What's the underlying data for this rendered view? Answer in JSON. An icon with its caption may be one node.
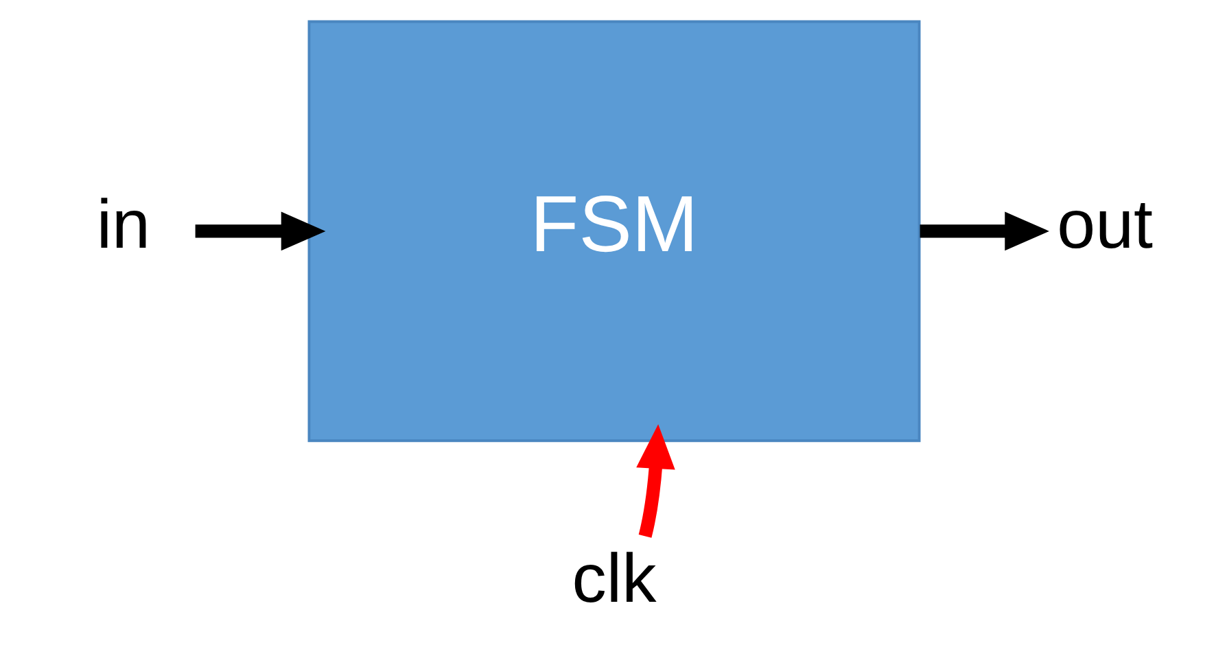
{
  "diagram": {
    "nodes": [
      {
        "text": [
          "in"
        ]
      },
      {
        "text": [
          "FSM"
        ]
      },
      {
        "text": [
          "out"
        ]
      },
      {
        "text": [
          "clk"
        ]
      }
    ],
    "edges": [
      {
        "from": 0,
        "to": 1,
        "arrow": "to"
      },
      {
        "from": 1,
        "to": 2,
        "arrow": "to"
      },
      {
        "from": 3,
        "to": 1,
        "arrow": "to",
        "color": "#ff0000"
      }
    ]
  }
}
